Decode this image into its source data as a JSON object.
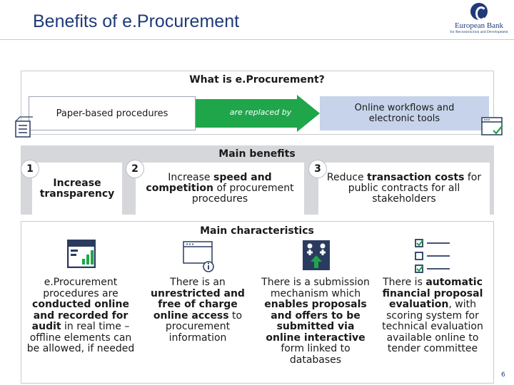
{
  "header": {
    "title": "Benefits of e.Procurement",
    "logo": {
      "line1": "European Bank",
      "line2": "for Reconstruction and Development"
    }
  },
  "what": {
    "title": "What is e.Procurement?",
    "from_label": "Paper-based procedures",
    "arrow_label": "are replaced by",
    "to_label": "Online workflows and electronic tools"
  },
  "benefits": {
    "title": "Main benefits",
    "items": [
      {
        "number": "1",
        "parts": [
          "Increase transparency"
        ],
        "bold": [
          true
        ]
      },
      {
        "number": "2",
        "parts": [
          "Increase ",
          "speed and competition",
          " of procurement procedures"
        ],
        "bold": [
          false,
          true,
          false
        ]
      },
      {
        "number": "3",
        "parts": [
          "Reduce ",
          "transaction costs",
          " for public contracts for all stakeholders"
        ],
        "bold": [
          false,
          true,
          false
        ]
      }
    ]
  },
  "characteristics": {
    "title": "Main characteristics",
    "items": [
      {
        "icon": "dashboard-chart-icon",
        "parts": [
          "e.Procurement procedures are ",
          "conducted online and recorded for audit",
          " in real time – offline elements can be allowed, if needed"
        ],
        "bold": [
          false,
          true,
          false
        ]
      },
      {
        "icon": "browser-info-icon",
        "parts": [
          "There is an ",
          "unrestricted and free of charge online access",
          " to procurement information"
        ],
        "bold": [
          false,
          true,
          false
        ]
      },
      {
        "icon": "upload-submission-icon",
        "parts": [
          "There is a submission mechanism which ",
          "enables proposals and offers to be submitted via online interactive",
          " form linked to databases"
        ],
        "bold": [
          false,
          true,
          false
        ]
      },
      {
        "icon": "checklist-icon",
        "parts": [
          "There is ",
          "automatic financial proposal evaluation",
          ", with scoring system for technical evaluation available online to tender committee"
        ],
        "bold": [
          false,
          true,
          false
        ]
      }
    ]
  },
  "page_number": "6",
  "colors": {
    "title_blue": "#1f3a78",
    "arrow_green": "#1fa64b",
    "light_blue_box": "#c6d3ea",
    "gray_band": "#d5d7da"
  }
}
